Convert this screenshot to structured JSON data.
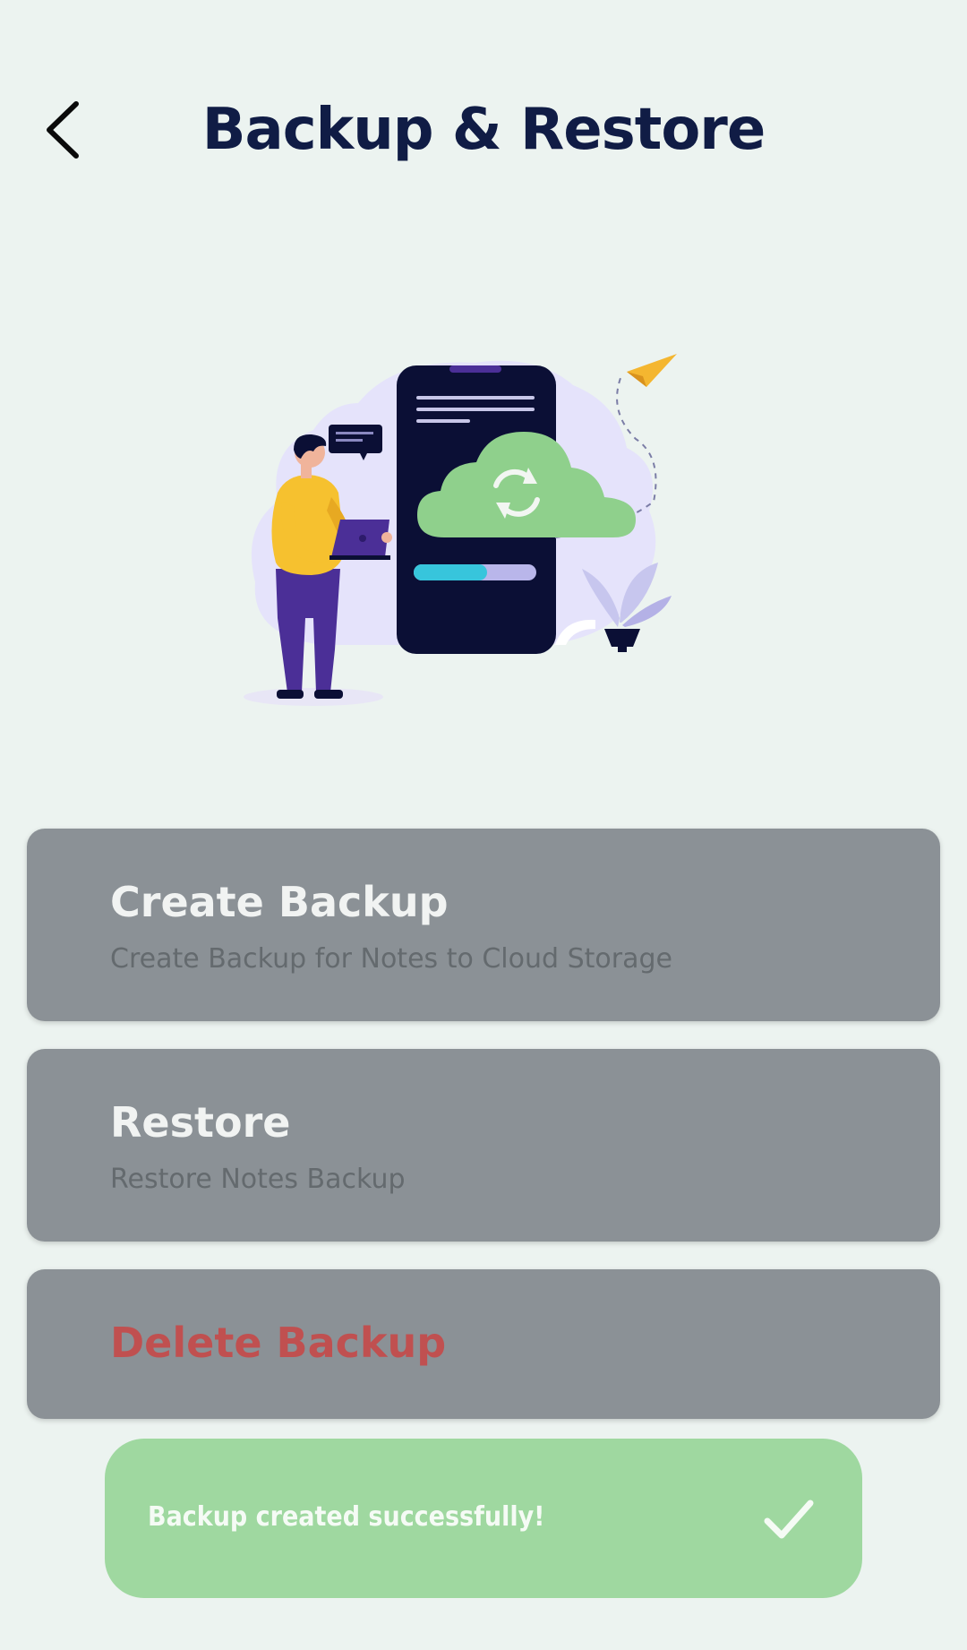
{
  "header": {
    "title": "Backup & Restore",
    "back_icon": "chevron-left-icon"
  },
  "illustration": {
    "icons": [
      "person-with-laptop",
      "phone",
      "cloud-sync-icon",
      "paper-plane-icon",
      "plant",
      "chat-bubble-icon"
    ],
    "progress": 0.6,
    "colors": {
      "phone": "#0b0f35",
      "cloud": "#8fd08c",
      "progress": "#37c5dc",
      "person_shirt": "#f6c12f",
      "person_pants": "#4b2f97",
      "blob": "#e5e3fb",
      "plane": "#f4b630"
    }
  },
  "options": [
    {
      "title": "Create Backup",
      "subtitle": "Create Backup for Notes to Cloud Storage"
    },
    {
      "title": "Restore",
      "subtitle": "Restore Notes Backup"
    },
    {
      "title": "Delete Backup"
    }
  ],
  "toast": {
    "message": "Backup created successfully!",
    "icon": "checkmark-icon"
  },
  "colors": {
    "background": "#ecf3f0",
    "title": "#101c45",
    "card": "#8b9196",
    "danger": "#c05050",
    "toast": "#9fd8a0"
  }
}
